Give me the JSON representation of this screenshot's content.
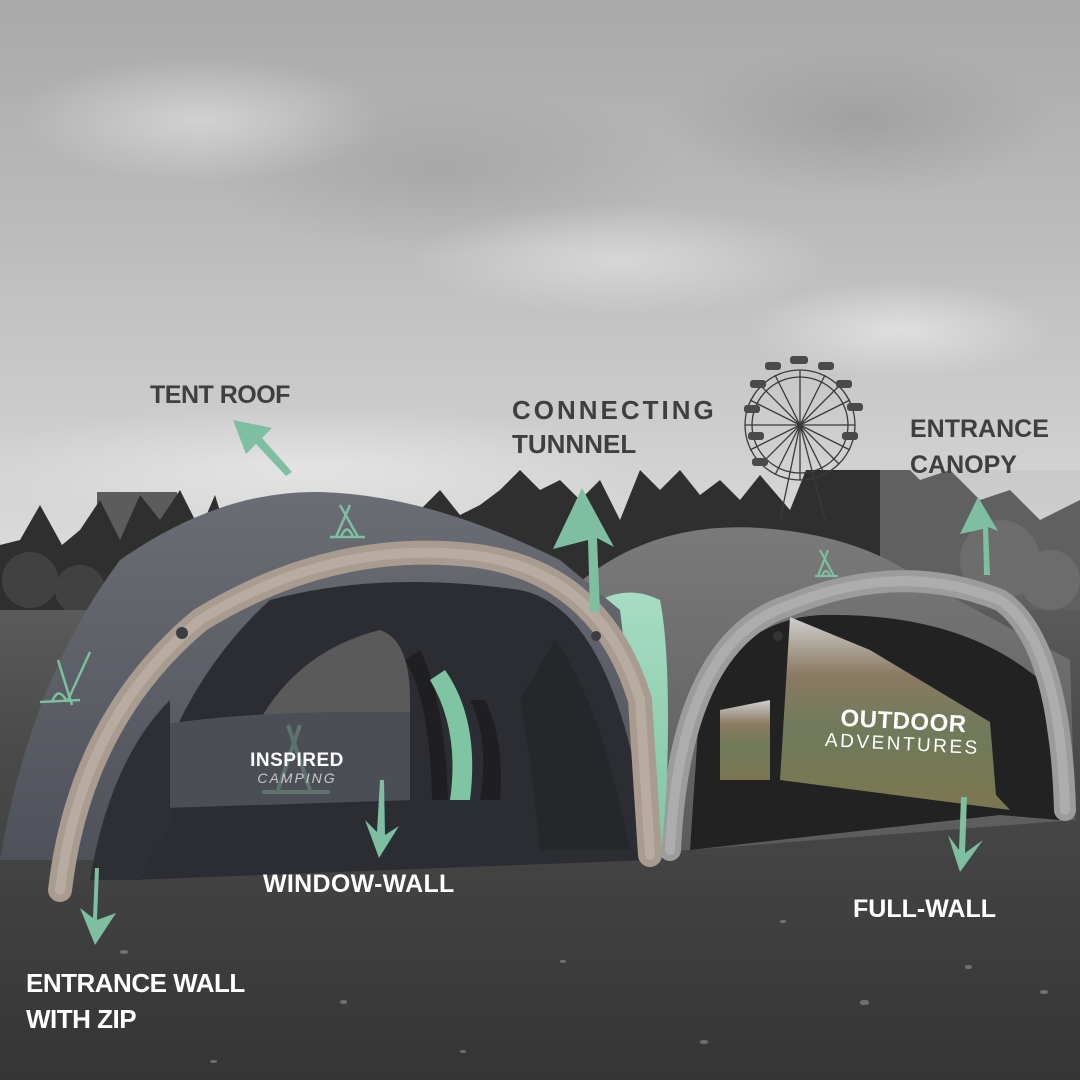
{
  "image": {
    "description": "Two inflatable dome tents connected by a tunnel on a grass field, photo in greyscale with mint accent arrows and part labels",
    "accent_color": "#7dbfa0",
    "label_dark_color": "#3f3f3f",
    "label_light_color": "#ffffff"
  },
  "labels": {
    "tent_roof": "TENT ROOF",
    "connecting_tunnel": {
      "line1": "CONNECTING",
      "line2": "TUNNNEL"
    },
    "entrance_canopy": {
      "line1": "ENTRANCE",
      "line2": "CANOPY"
    },
    "window_wall": "WINDOW-WALL",
    "full_wall": "FULL-WALL",
    "entrance_wall_with_zip": {
      "line1": "ENTRANCE WALL",
      "line2": "WITH ZIP"
    }
  },
  "banners": {
    "left": {
      "line1": "INSPIRED",
      "line2": "CAMPING"
    },
    "right": {
      "line1": "OUTDOOR",
      "line2": "ADVENTURES"
    }
  },
  "icons": [
    "arrow-up-left-icon",
    "arrow-up-icon",
    "arrow-down-icon",
    "teepee-logo-icon",
    "ferris-wheel"
  ]
}
